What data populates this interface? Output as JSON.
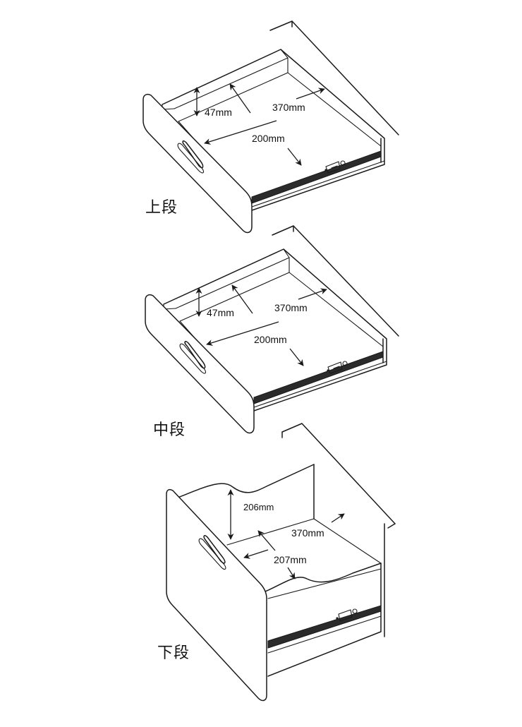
{
  "drawers": [
    {
      "label": "上段",
      "height": "47mm",
      "depth": "370mm",
      "width": "200mm"
    },
    {
      "label": "中段",
      "height": "47mm",
      "depth": "370mm",
      "width": "200mm"
    },
    {
      "label": "下段",
      "height": "206mm",
      "depth": "370mm",
      "width": "207mm"
    }
  ]
}
